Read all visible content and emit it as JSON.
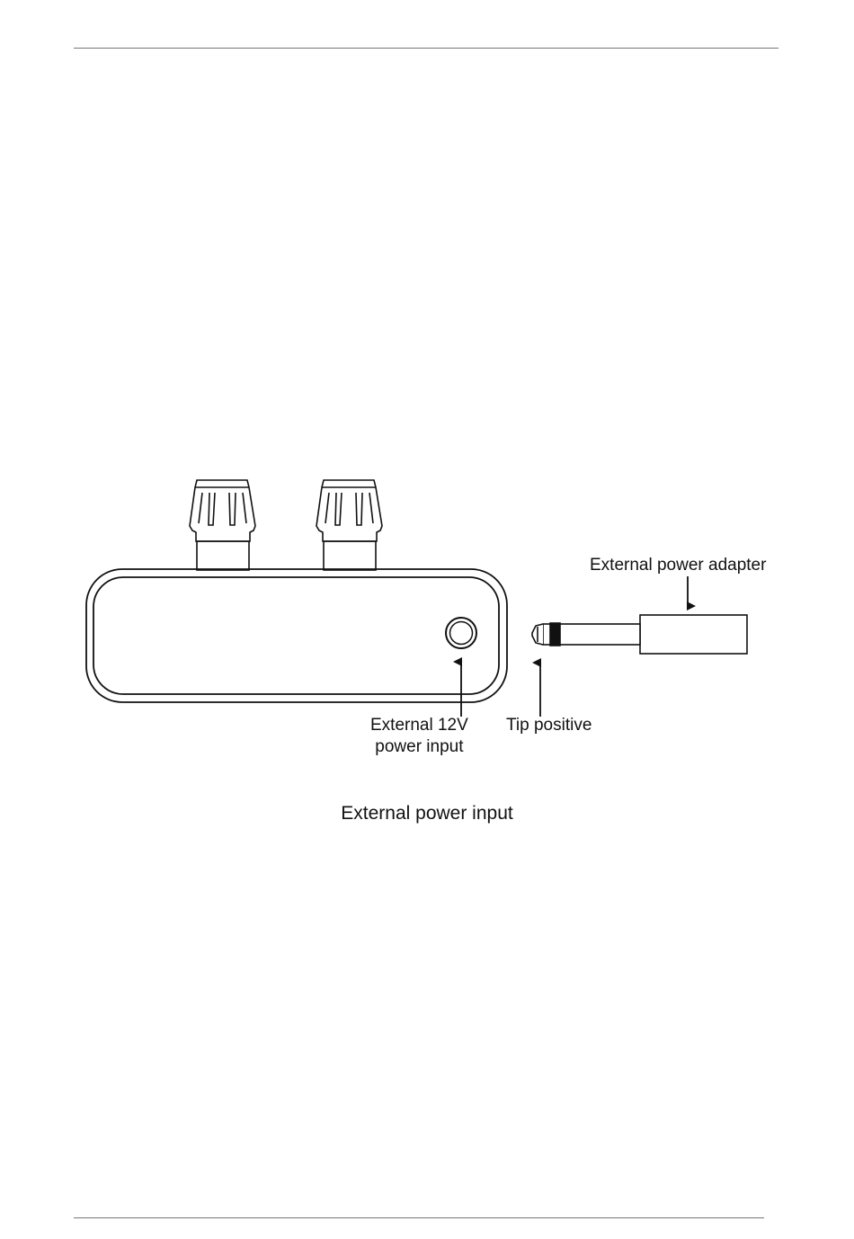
{
  "labels": {
    "adapter": "External power adapter",
    "input_line1": "External 12V",
    "input_line2": "power input",
    "tip": "Tip positive"
  },
  "caption": "External power input",
  "colors": {
    "ink": "#111111",
    "rule": "#777777",
    "background": "#ffffff"
  }
}
